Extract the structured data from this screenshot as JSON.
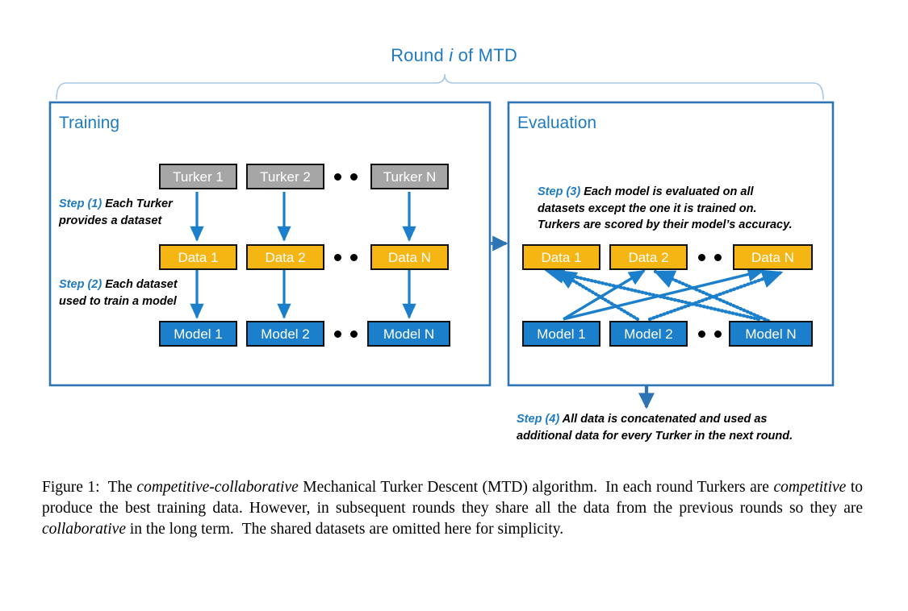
{
  "figure": {
    "round_title_prefix": "Round ",
    "round_title_var": "i",
    "round_title_suffix": " of MTD",
    "caption_label": "Figure 1:",
    "caption_part1": "The ",
    "caption_em1": "competitive-collaborative",
    "caption_part2": " Mechanical Turker Descent (MTD) algorithm.",
    "caption_part3": "In each round Turkers are ",
    "caption_em2": "competitive",
    "caption_part4": " to produce the best training data. However, in subsequent rounds they share all the data from the previous rounds so they are ",
    "caption_em3": "collaborative",
    "caption_part5": " in the long term.",
    "caption_part6": "The shared datasets are omitted here for simplicity."
  },
  "colors": {
    "accent_blue": "#1F7BC1",
    "arrow_blue": "#1B7FCB",
    "turker_gray": "#A6A6A6",
    "data_orange": "#F5B512",
    "model_blue": "#1B7FCB",
    "border_black": "#111111",
    "brace_blue": "#A8C8E4"
  },
  "training_panel": {
    "heading": "Training",
    "turkers": [
      {
        "label": "Turker 1"
      },
      {
        "label": "Turker 2"
      },
      {
        "label": "Turker N"
      }
    ],
    "datasets": [
      {
        "label": "Data 1"
      },
      {
        "label": "Data 2"
      },
      {
        "label": "Data N"
      }
    ],
    "models": [
      {
        "label": "Model 1"
      },
      {
        "label": "Model 2"
      },
      {
        "label": "Model N"
      }
    ],
    "step1_label": "Step (1)",
    "step1_line1": " Each Turker",
    "step1_line2": "provides a dataset",
    "step2_label": "Step (2)",
    "step2_line1": " Each dataset",
    "step2_line2": "used to train a model"
  },
  "evaluation_panel": {
    "heading": "Evaluation",
    "datasets": [
      {
        "label": "Data 1"
      },
      {
        "label": "Data 2"
      },
      {
        "label": "Data N"
      }
    ],
    "models": [
      {
        "label": "Model 1"
      },
      {
        "label": "Model 2"
      },
      {
        "label": "Model N"
      }
    ],
    "step3_label": "Step (3)",
    "step3_line1": " Each model is evaluated on all",
    "step3_line2": "datasets except the one it is trained on.",
    "step3_line3": "Turkers are scored by their model’s accuracy."
  },
  "footer": {
    "step4_label": "Step (4)",
    "step4_line1": " All data is concatenated and used as",
    "step4_line2": "additional data for every Turker in the next round."
  }
}
